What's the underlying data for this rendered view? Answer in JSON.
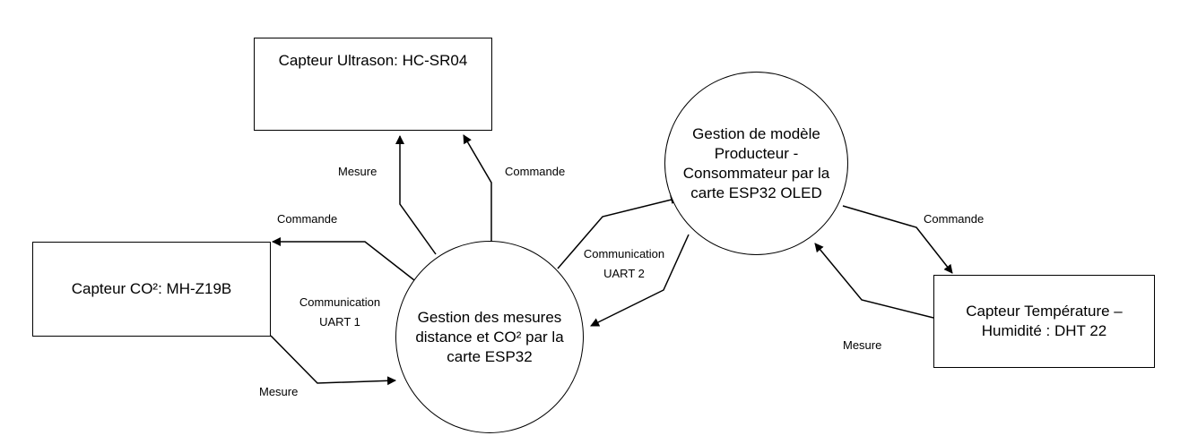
{
  "nodes": {
    "ultrasonic_sensor": "Capteur Ultrason: HC-SR04",
    "co2_sensor": "Capteur CO²: MH-Z19B",
    "temp_humidity_sensor": "Capteur Température – Humidité : DHT 22",
    "esp32_measures": "Gestion des mesures distance et CO² par la carte ESP32",
    "esp32_oled": "Gestion de modèle Producteur - Consommateur par la carte ESP32 OLED"
  },
  "edge_labels": {
    "ultrason_mesure": "Mesure",
    "ultrason_commande": "Commande",
    "co2_commande": "Commande",
    "co2_mesure": "Mesure",
    "uart1_line1": "Communication",
    "uart1_line2": "UART 1",
    "uart2_line1": "Communication",
    "uart2_line2": "UART 2",
    "dht_commande": "Commande",
    "dht_mesure": "Mesure"
  }
}
